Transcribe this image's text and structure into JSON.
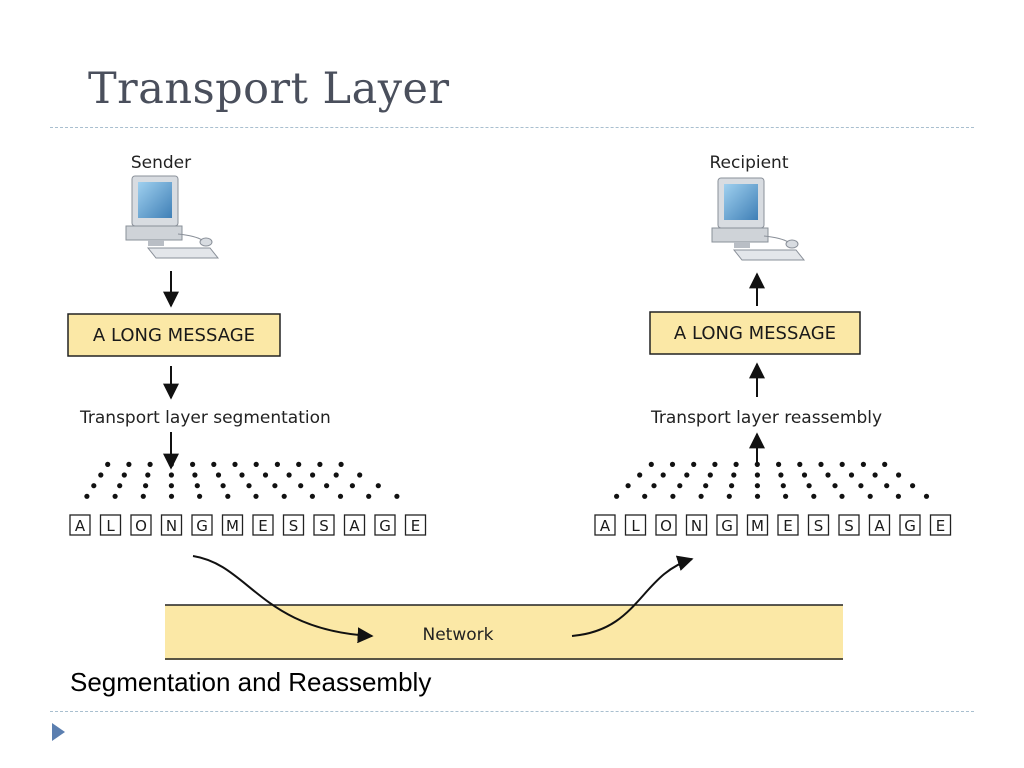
{
  "title": "Transport Layer",
  "caption": "Segmentation and Reassembly",
  "colors": {
    "box_fill": "#fbe8a6",
    "network_fill": "#fbe8a6",
    "rule": "#a9bfcf",
    "bullet": "#5b7fb0"
  },
  "sender": {
    "label": "Sender",
    "message": "A LONG MESSAGE",
    "process": "Transport layer segmentation",
    "icon": "computer-icon"
  },
  "recipient": {
    "label": "Recipient",
    "message": "A LONG MESSAGE",
    "process": "Transport layer reassembly",
    "icon": "computer-icon"
  },
  "segments": [
    "A",
    "L",
    "O",
    "N",
    "G",
    "M",
    "E",
    "S",
    "S",
    "A",
    "G",
    "E"
  ],
  "network": {
    "label": "Network"
  }
}
